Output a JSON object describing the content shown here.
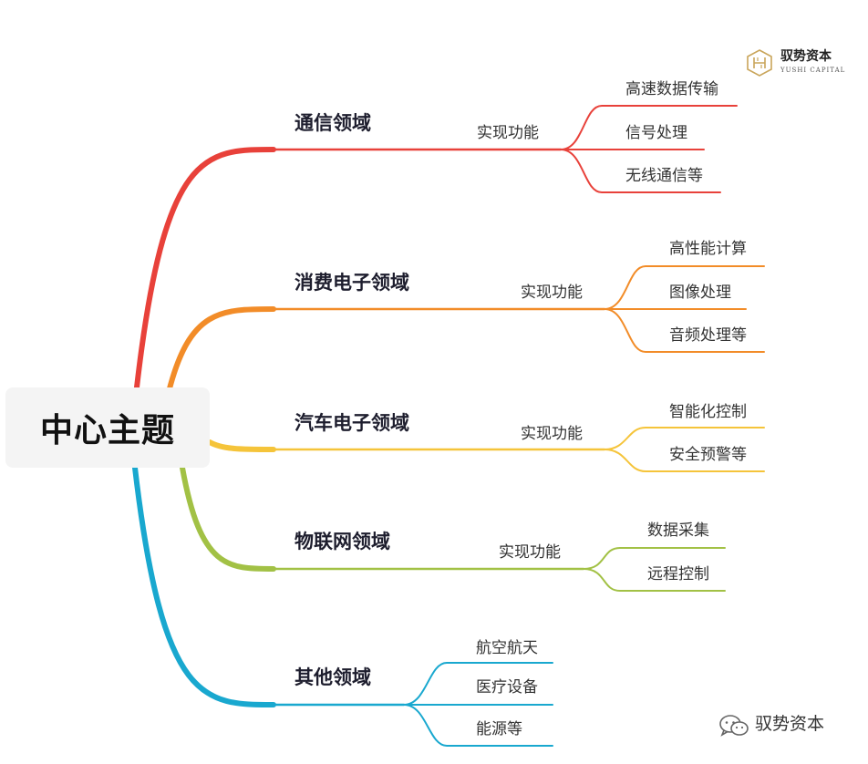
{
  "center": {
    "label": "中心主题"
  },
  "logo": {
    "icon": "yushi-logo-icon",
    "text": "驭势资本",
    "subtext": "YUSHI CAPITAL"
  },
  "watermark": {
    "icon": "wechat-icon",
    "text": "驭势资本"
  },
  "branches": [
    {
      "label": "通信领域",
      "color": "#e8413a",
      "function_label": "实现功能",
      "children": [
        "高速数据传输",
        "信号处理",
        "无线通信等"
      ]
    },
    {
      "label": "消费电子领域",
      "color": "#f28c28",
      "function_label": "实现功能",
      "children": [
        "高性能计算",
        "图像处理",
        "音频处理等"
      ]
    },
    {
      "label": "汽车电子领域",
      "color": "#f5c43a",
      "function_label": "实现功能",
      "children": [
        "智能化控制",
        "安全预警等"
      ]
    },
    {
      "label": "物联网领域",
      "color": "#a2c145",
      "function_label": "实现功能",
      "children": [
        "数据采集",
        "远程控制"
      ]
    },
    {
      "label": "其他领域",
      "color": "#19a8cf",
      "function_label": "",
      "children": [
        "航空航天",
        "医疗设备",
        "能源等"
      ]
    }
  ]
}
